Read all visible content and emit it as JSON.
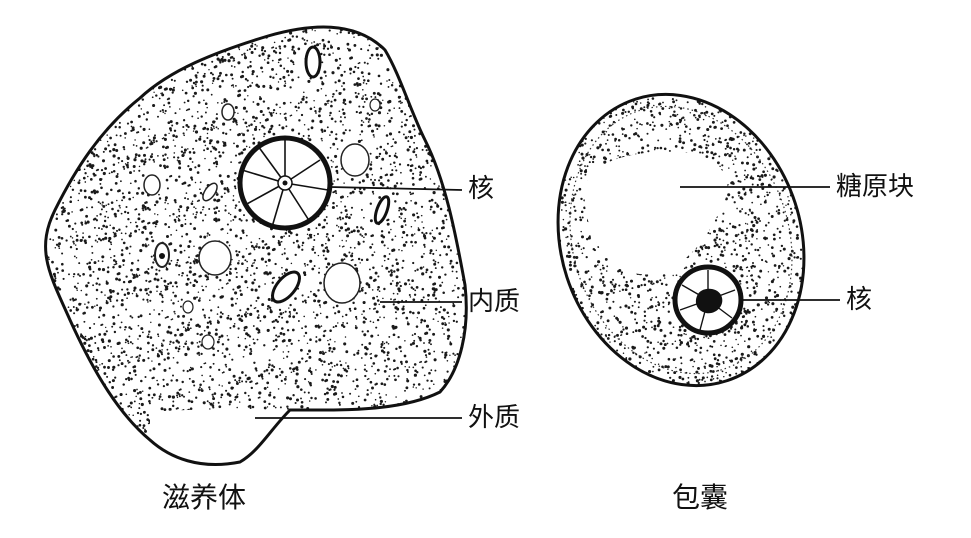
{
  "trophozoite": {
    "caption": "滋养体",
    "labels": {
      "nucleus": "核",
      "endoplasm": "内质",
      "ectoplasm": "外质"
    }
  },
  "cyst": {
    "caption": "包囊",
    "labels": {
      "glycogen": "糖原块",
      "nucleus": "核"
    }
  }
}
